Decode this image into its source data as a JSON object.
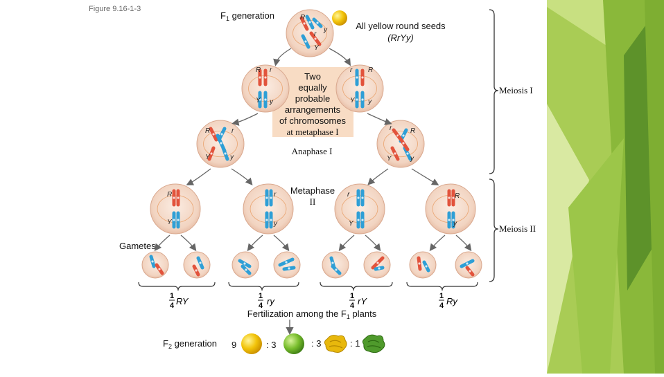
{
  "figure_label": "Figure 9.16-1-3",
  "f1_label": "F",
  "f1_sub": "1",
  "f1_rest": " generation",
  "f1_seeds_line1": "All yellow round seeds",
  "f1_seeds_line2": "(RrYy)",
  "two_equally": [
    "Two",
    "equally",
    "probable",
    "arrangements",
    "of chromosomes",
    "at metaphase I"
  ],
  "anaphase_label": "Anaphase I",
  "metaphase2_line1": "Metaphase",
  "metaphase2_line2": "II",
  "meiosis1_label": "Meiosis I",
  "meiosis2_label": "Meiosis II",
  "gametes_label": "Gametes",
  "alleles": {
    "R": "R",
    "r": "r",
    "Y": "Y",
    "y": "y"
  },
  "gamete_types": [
    {
      "frac_num": "1",
      "frac_den": "4",
      "genotype": "RY"
    },
    {
      "frac_num": "1",
      "frac_den": "4",
      "genotype": "ry"
    },
    {
      "frac_num": "1",
      "frac_den": "4",
      "genotype": "rY"
    },
    {
      "frac_num": "1",
      "frac_den": "4",
      "genotype": "Ry"
    }
  ],
  "fertilization_label": "Fertilization among the F",
  "fertilization_sub": "1",
  "fertilization_rest": " plants",
  "f2_label": "F",
  "f2_sub": "2",
  "f2_rest": " generation",
  "ratio": [
    {
      "value": "9",
      "seed": "yellow-round"
    },
    {
      "value": ": 3",
      "seed": "green-round"
    },
    {
      "value": ": 3",
      "seed": "yellow-wrinkled"
    },
    {
      "value": ": 1",
      "seed": "green-wrinkled"
    }
  ],
  "colors": {
    "green_band_light": "#c5dd7a",
    "green_band_mid": "#8fba3c",
    "green_band_dark": "#4c7f24",
    "cell_fill": "#f3d9c9",
    "cell_edge": "#d9a88e",
    "text_box": "#f8dcc4",
    "chrom_red": "#e2533c",
    "chrom_blue": "#2e9fd6",
    "spindle": "#e58a45",
    "yellow_seed": "#f2c40a",
    "green_seed": "#79be2d",
    "wrinkled_yellow": "#e8b80c",
    "wrinkled_green": "#4f9a2c",
    "arrow": "#666666"
  }
}
